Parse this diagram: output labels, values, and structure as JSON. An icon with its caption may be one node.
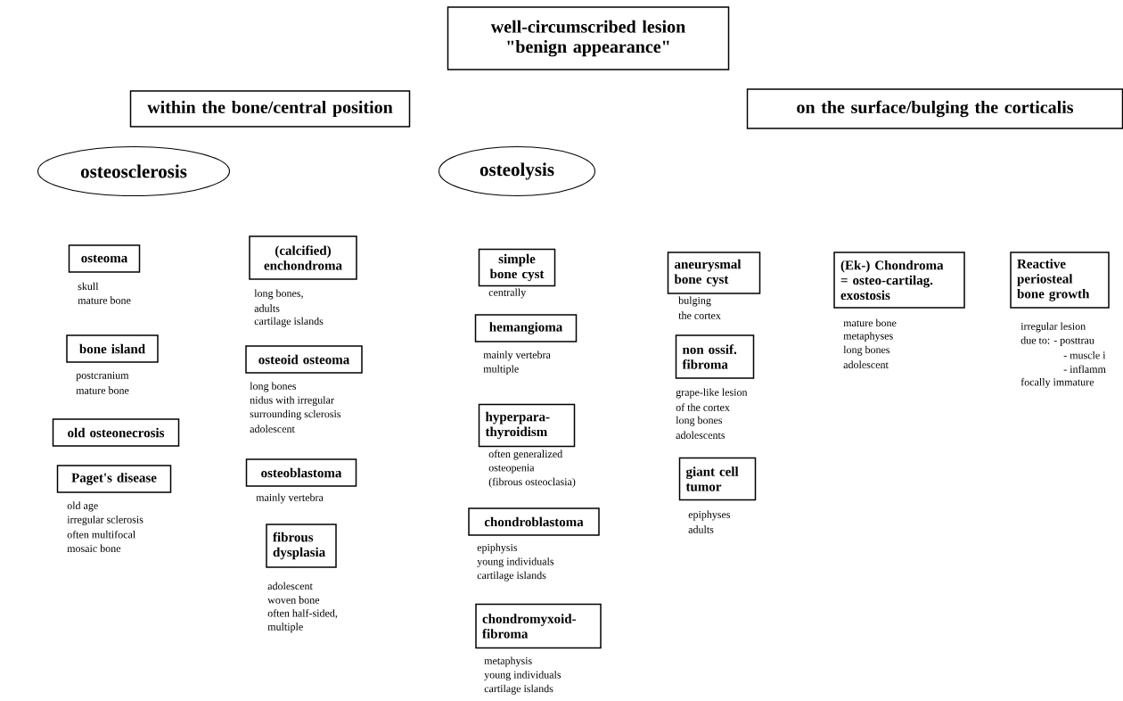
{
  "diagram": {
    "nodes": [
      {
        "text": [
          "well-circumscribed lesion \"benign appearance\""
        ]
      },
      {
        "text": [
          "within the bone/central position"
        ]
      },
      {
        "text": [
          "on the surface/bulging the corticalis"
        ]
      },
      {
        "text": [
          "osteosclerosis"
        ]
      },
      {
        "text": [
          "osteolysis"
        ]
      },
      {
        "text": [
          "osteoma"
        ],
        "beside": [
          "skull",
          "mature bone"
        ]
      },
      {
        "text": [
          "bone island"
        ],
        "beside": [
          "postcranium",
          "mature bone"
        ]
      },
      {
        "text": [
          "old osteonecrosis"
        ]
      },
      {
        "text": [
          "Paget's disease"
        ],
        "beside": [
          "old age",
          "irregular sclerosis",
          "often multifocal",
          "mosaic bone"
        ]
      },
      {
        "text": [
          "(calcified) enchondroma"
        ],
        "beside": [
          "long bones,",
          "adults",
          "cartilage islands"
        ]
      },
      {
        "text": [
          "osteoid osteoma"
        ],
        "beside": [
          "long bones",
          "nidus with irregular",
          "surrounding sclerosis",
          "adolescent"
        ]
      },
      {
        "text": [
          "osteoblastoma"
        ],
        "beside": [
          "mainly vertebra"
        ]
      },
      {
        "text": [
          "fibrous dysplasia"
        ],
        "beside": [
          "adolescent",
          "woven bone",
          "often half-sided,",
          "multiple"
        ]
      },
      {
        "text": [
          "simple bone cyst"
        ],
        "beside": [
          "centrally"
        ]
      },
      {
        "text": [
          "hemangioma"
        ],
        "beside": [
          "mainly vertebra",
          "multiple"
        ]
      },
      {
        "text": [
          "hyperpara-thyroidism"
        ],
        "beside": [
          "often generalized",
          "osteopenia",
          "(fibrous osteoclasia)"
        ]
      },
      {
        "text": [
          "chondroblastoma"
        ],
        "beside": [
          "epiphysis",
          "young individuals",
          "cartilage islands"
        ]
      },
      {
        "text": [
          "chondromyxoid-fibroma"
        ],
        "beside": [
          "metaphysis",
          "young individuals",
          "cartilage islands"
        ]
      },
      {
        "text": [
          "aneurysmal bone cyst"
        ],
        "beside": [
          "bulging",
          "the cortex"
        ]
      },
      {
        "text": [
          "non ossif. fibroma"
        ],
        "beside": [
          "grape-like lesion",
          "of the cortex",
          "long bones",
          "adolescents"
        ]
      },
      {
        "text": [
          "giant cell tumor"
        ],
        "beside": [
          "epiphyses",
          "adults"
        ]
      },
      {
        "text": [
          "(Ek-) Chondroma = osteo-cartilag. exostosis"
        ],
        "beside": [
          "mature bone",
          "metaphyses",
          "long bones",
          "adolescent"
        ]
      },
      {
        "text": [
          "Reactive periosteal bone growth"
        ],
        "beside": [
          "irregular lesion",
          "due to: - posttrau",
          "- muscle i",
          "- inflamm",
          "focally immature"
        ]
      }
    ]
  }
}
